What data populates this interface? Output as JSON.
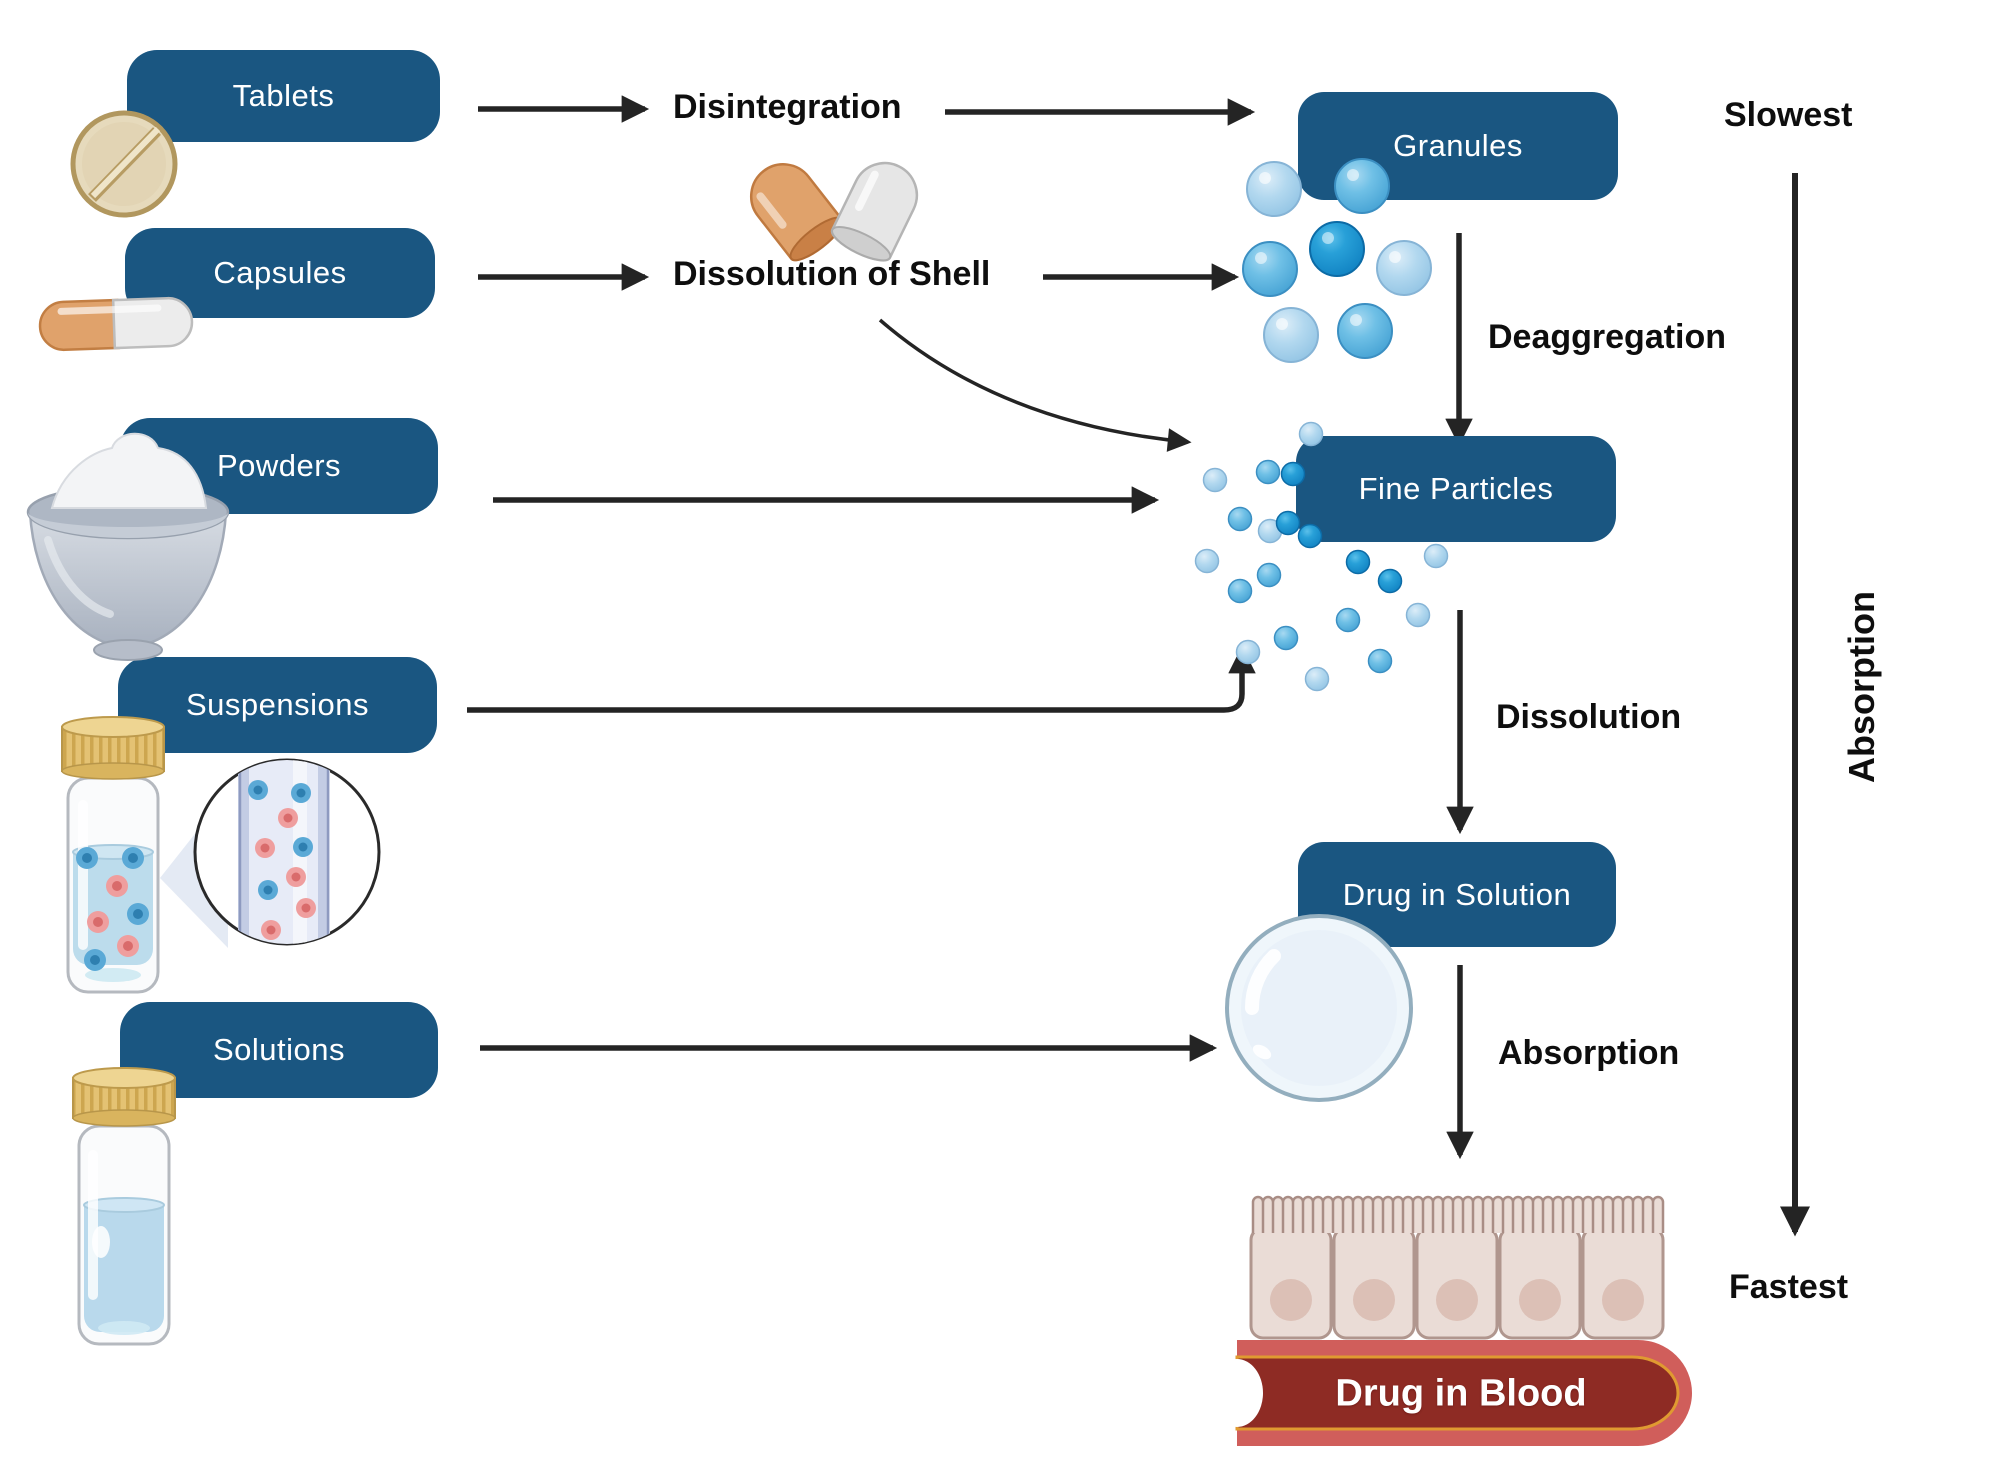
{
  "dosage_forms": [
    {
      "label": "Tablets",
      "icon": "tablet-icon"
    },
    {
      "label": "Capsules",
      "icon": "capsule-icon"
    },
    {
      "label": "Powders",
      "icon": "powder-bowl-icon"
    },
    {
      "label": "Suspensions",
      "icon": "suspension-vial-icon"
    },
    {
      "label": "Solutions",
      "icon": "solution-vial-icon"
    }
  ],
  "intermediate_stages": [
    {
      "label": "Granules",
      "icon": "granule-cluster-icon"
    },
    {
      "label": "Fine Particles",
      "icon": "fine-particles-icon"
    },
    {
      "label": "Drug in Solution",
      "icon": "solution-bubble-icon"
    }
  ],
  "processes": {
    "disintegration": "Disintegration",
    "dissolution_of_shell": "Dissolution of Shell",
    "deaggregation": "Deaggregation",
    "dissolution": "Dissolution",
    "absorption": "Absorption"
  },
  "destination": {
    "label": "Drug in Blood",
    "icon": "blood-vessel-icon"
  },
  "rate_axis": {
    "top_label": "Slowest",
    "bottom_label": "Fastest",
    "axis_label": "Absorption"
  },
  "flow": [
    "Tablets → Disintegration → Granules",
    "Capsules → Dissolution of Shell → Granules",
    "Granules → Deaggregation → Fine Particles",
    "Powders → Fine Particles",
    "Suspensions → Fine Particles",
    "Fine Particles → Dissolution → Drug in Solution",
    "Solutions → Drug in Solution",
    "Drug in Solution → Absorption → Drug in Blood"
  ],
  "colors": {
    "node_blue": "#1a5681",
    "arrow_black": "#242424",
    "granule_blue_light": "#90c3e4",
    "granule_blue_medium": "#45a5d6",
    "granule_blue_dark": "#0e7fc0",
    "capsule_orange": "#e0a26b",
    "gold_cap": "#d9b45e",
    "cell_beige": "#eadcd6",
    "vessel_red_outer": "#d05e5b",
    "vessel_red_lumen": "#8e2b24",
    "vessel_gold_line": "#e09a31"
  }
}
